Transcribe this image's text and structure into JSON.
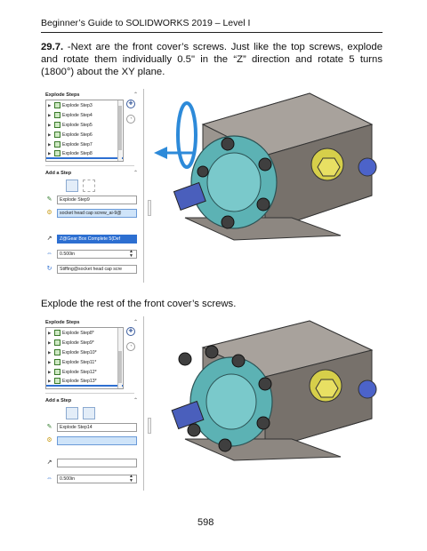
{
  "header": "Beginner’s Guide to SOLIDWORKS 2019 – Level I",
  "step_num": "29.7.",
  "step_text": " -Next are the front cover’s screws. Just like the top screws, explode and rotate them individually 0.5\" in the “Z” direction and rotate 5 turns (1800°) about the XY plane.",
  "step_text2": "Explode the rest of the front cover’s screws.",
  "page_number": "598",
  "panel1": {
    "explode_steps_label": "Explode Steps",
    "steps": [
      "Explode Step3",
      "Explode Step4",
      "Explode Step5",
      "Explode Step6",
      "Explode Step7",
      "Explode Step8"
    ],
    "add_step_label": "Add a Step",
    "step_name": "Explode Step9",
    "component": "socket head cap screw_ai-9@",
    "direction": "Z@Gear Box Complete 5(Def",
    "distance": "0.500in",
    "rotation_ref": "Stiffing@socket head cap scre"
  },
  "panel2": {
    "explode_steps_label": "Explode Steps",
    "steps": [
      "Explode Step8*",
      "Explode Step9*",
      "Explode Step10*",
      "Explode Step11*",
      "Explode Step12*",
      "Explode Step13*"
    ],
    "add_step_label": "Add a Step",
    "step_name": "Explode Step14",
    "distance": "0.500in"
  }
}
